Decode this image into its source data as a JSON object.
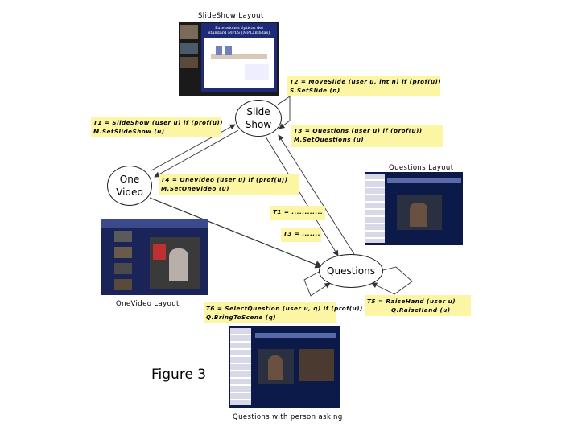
{
  "layouts": {
    "slideshow": {
      "caption": "SlideShow Layout",
      "slide_title": "Extensiones ópticas del standard MPLS (MPLambdas)"
    },
    "questions": {
      "caption": "Questions Layout"
    },
    "onevideo": {
      "caption": "OneVideo Layout"
    },
    "questions_person": {
      "caption": "Questions with person asking"
    }
  },
  "nodes": {
    "slideshow": "Slide\nShow",
    "onevideo": "One\nVideo",
    "questions": "Questions"
  },
  "transitions": {
    "t1": "T1 = SlideShow (user u) if (prof(u))\nM.SetSlideShow (u)",
    "t2": "T2 = MoveSlide (user u, int n) if (prof(u))\nS.SetSlide (n)",
    "t3": "T3 = Questions (user u) if (prof(u))\nM.SetQuestions (u)",
    "t4": "T4 = OneVideo (user u) if (prof(u))\nM.SetOneVideo (u)",
    "t1_short": "T1 = ............",
    "t3_short": "T3 = .......",
    "t5": "T5 = RaiseHand (user u)\n          Q.RaiseHand (u)",
    "t6": "T6 = SelectQuestion (user u, q) if (prof(u))\nQ.BringToScene (q)"
  },
  "figure_label": "Figure 3"
}
